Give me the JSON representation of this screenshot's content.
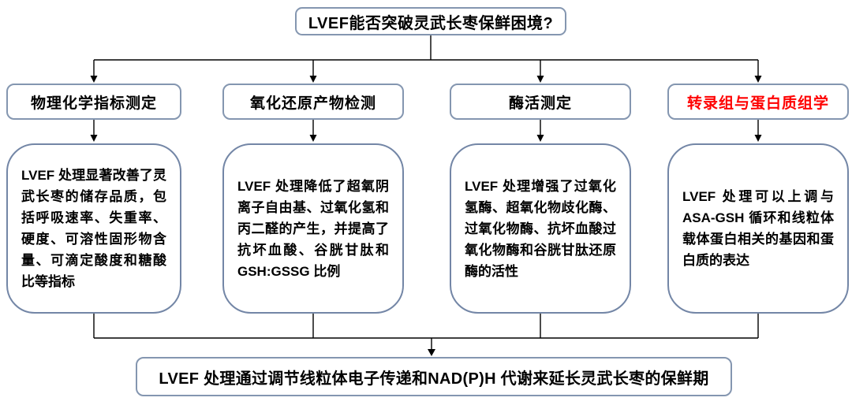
{
  "colors": {
    "box_border": "#8496B0",
    "detail_border": "#7386A6",
    "connector": "#000000",
    "text": "#000000",
    "highlight": "#FF0000",
    "bg": "#FFFFFF"
  },
  "question": "LVEF能否突破灵武长枣保鲜困境?",
  "branches": [
    {
      "header": "物理化学指标测定",
      "detail": "LVEF 处理显著改善了灵武长枣的储存品质，包括呼吸速率、失重率、硬度、可溶性固形物含量、可滴定酸度和糖酸比等指标",
      "highlight": false
    },
    {
      "header": "氧化还原产物检测",
      "detail": "LVEF 处理降低了超氧阴离子自由基、过氧化氢和丙二醛的产生，并提高了抗坏血酸、谷胱甘肽和 GSH:GSSG 比例",
      "highlight": false
    },
    {
      "header": "酶活测定",
      "detail": "LVEF 处理增强了过氧化氢酶、超氧化物歧化酶、过氧化物酶、抗坏血酸过氧化物酶和谷胱甘肽还原酶的活性",
      "highlight": false
    },
    {
      "header": "转录组与蛋白质组学",
      "detail": "LVEF 处理可以上调与 ASA-GSH 循环和线粒体载体蛋白相关的基因和蛋白质的表达",
      "highlight": true
    }
  ],
  "conclusion": "LVEF 处理通过调节线粒体电子传递和NAD(P)H 代谢来延长灵武长枣的保鲜期"
}
